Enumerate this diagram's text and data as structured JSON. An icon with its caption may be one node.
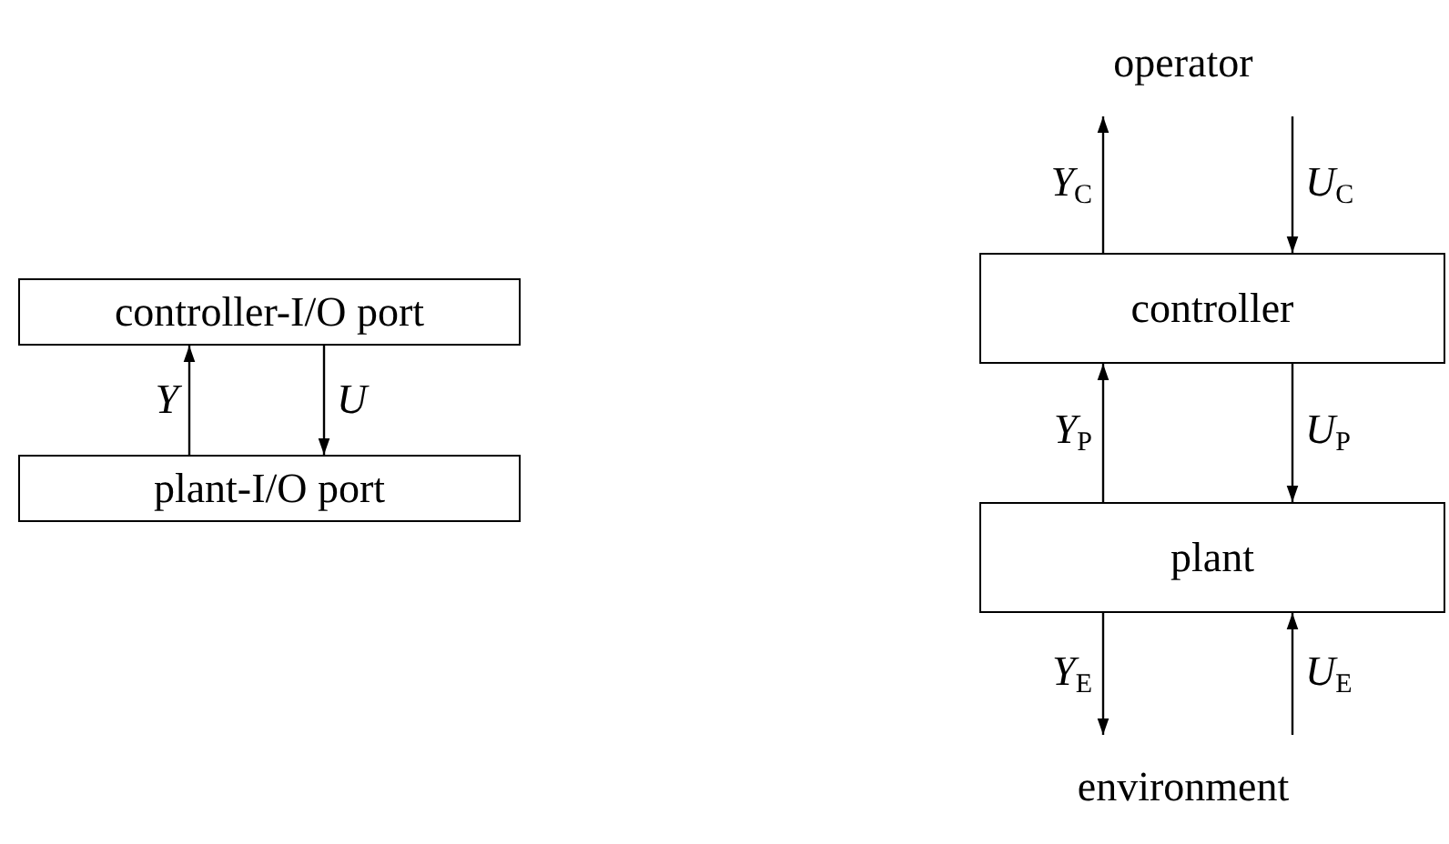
{
  "diagram": {
    "nodes": [
      {
        "text": [
          "controller-I/O port"
        ]
      },
      {
        "text": [
          "plant-I/O port"
        ]
      },
      {
        "text": [
          "operator"
        ]
      },
      {
        "text": [
          "controller"
        ]
      },
      {
        "text": [
          "plant"
        ]
      },
      {
        "text": [
          "environment"
        ]
      }
    ],
    "edges": [
      {
        "from": 1,
        "to": 0,
        "arrow": "to",
        "label": "*Y*"
      },
      {
        "from": 0,
        "to": 1,
        "arrow": "to",
        "label": "*U*"
      },
      {
        "from": 3,
        "to": 2,
        "arrow": "to",
        "label": "*Y*$_{C}$"
      },
      {
        "from": 2,
        "to": 3,
        "arrow": "to",
        "label": "*U*$_{C}$"
      },
      {
        "from": 4,
        "to": 3,
        "arrow": "to",
        "label": "*Y*$_{P}$"
      },
      {
        "from": 3,
        "to": 4,
        "arrow": "to",
        "label": "*U*$_{P}$"
      },
      {
        "from": 4,
        "to": 5,
        "arrow": "to",
        "label": "*Y*$_{E}$"
      },
      {
        "from": 5,
        "to": 4,
        "arrow": "to",
        "label": "*U*$_{E}$"
      }
    ]
  }
}
